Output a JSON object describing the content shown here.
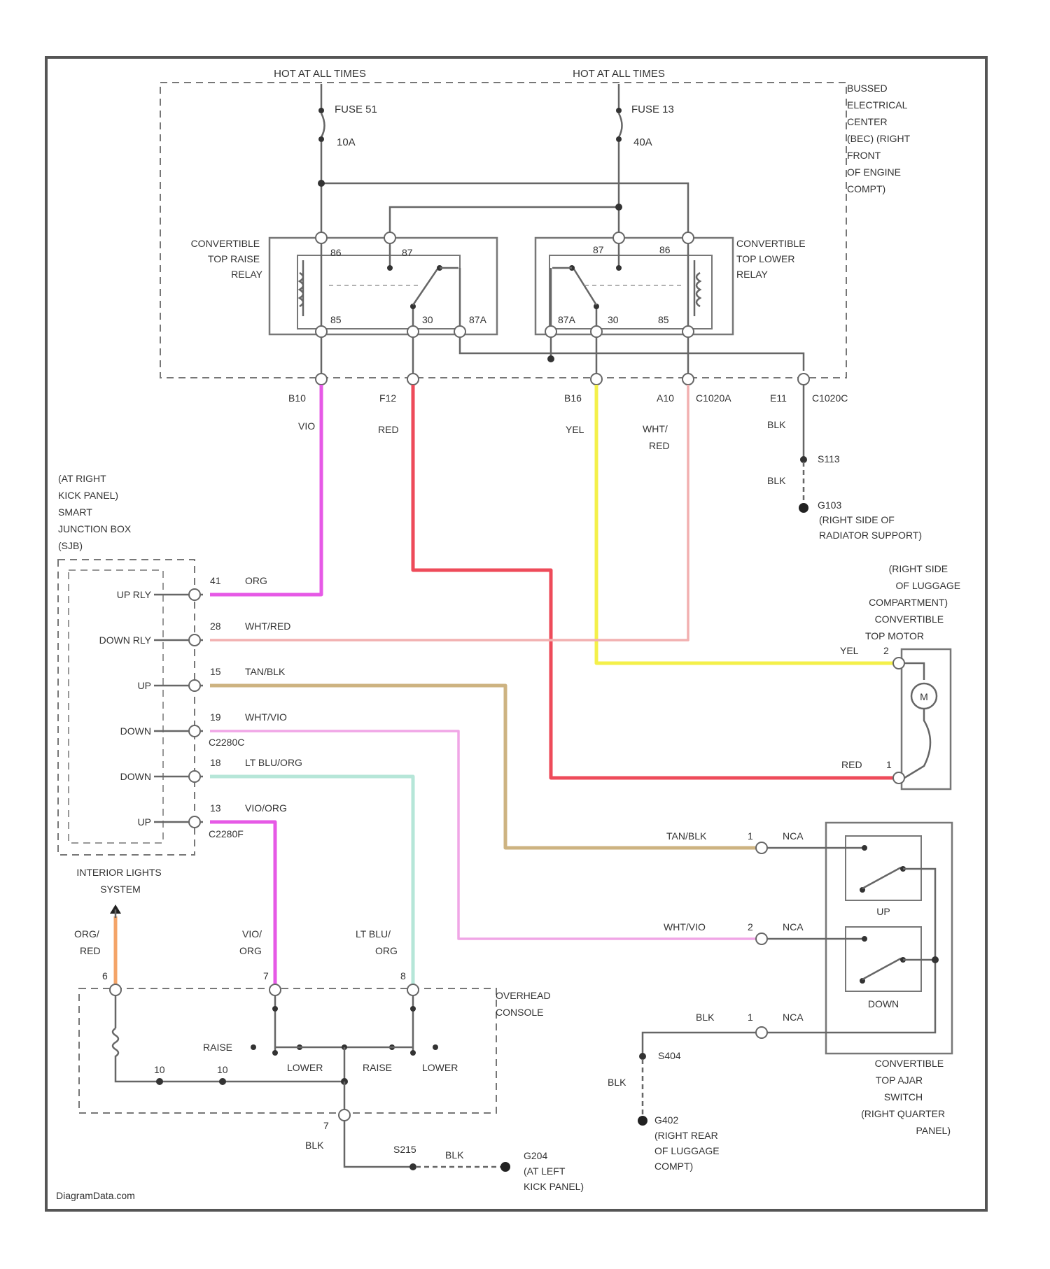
{
  "credit": "DiagramData.com",
  "bec": {
    "label_lines": [
      "BUSSED",
      "ELECTRICAL",
      "CENTER",
      "(BEC) (RIGHT",
      "FRONT",
      "OF ENGINE",
      "COMPT)"
    ],
    "hot_left": "HOT AT ALL TIMES",
    "hot_right": "HOT AT ALL TIMES",
    "fuse_left": "FUSE 51",
    "fuse_left_amps": "10A",
    "fuse_right": "FUSE 13",
    "fuse_right_amps": "40A",
    "raise_relay_lines": [
      "CONVERTIBLE",
      "TOP RAISE",
      "RELAY"
    ],
    "lower_relay_lines": [
      "CONVERTIBLE",
      "TOP LOWER",
      "RELAY"
    ],
    "raise_pins": {
      "p86": "86",
      "p87": "87",
      "p85": "85",
      "p30": "30",
      "p87a": "87A"
    },
    "lower_pins": {
      "p87": "87",
      "p86": "86",
      "p87a": "87A",
      "p30": "30",
      "p85": "85"
    },
    "cavities": {
      "c1": "B10",
      "c2": "F12",
      "c3": "B16",
      "c4": "A10",
      "c4_conn": "C1020A",
      "c5": "E11",
      "c5_conn": "C1020C"
    }
  },
  "wires": {
    "vio": "VIO",
    "red": "RED",
    "yel": "YEL",
    "wht_red_1": "WHT/",
    "wht_red_2": "RED",
    "blk1": "BLK",
    "blk2": "BLK",
    "splice1": "S113",
    "ground1": "G103",
    "ground1_loc_lines": [
      "(RIGHT SIDE OF",
      "RADIATOR SUPPORT)"
    ]
  },
  "sjb": {
    "label_lines": [
      "(AT RIGHT",
      "KICK PANEL)",
      "SMART",
      "JUNCTION BOX",
      "(SJB)"
    ],
    "rows": [
      {
        "label": "UP RLY",
        "pin": "41",
        "wire": "ORG"
      },
      {
        "label": "DOWN RLY",
        "pin": "28",
        "wire": "WHT/RED"
      },
      {
        "label": "UP",
        "pin": "15",
        "wire": "TAN/BLK"
      },
      {
        "label": "DOWN",
        "pin": "19",
        "wire": "WHT/VIO"
      },
      {
        "label": "DOWN",
        "pin": "18",
        "wire": "LT BLU/ORG"
      },
      {
        "label": "UP",
        "pin": "13",
        "wire": "VIO/ORG"
      }
    ],
    "conn_a": "C2280C",
    "conn_b": "C2280F"
  },
  "motor": {
    "label_lines": [
      "(RIGHT SIDE",
      "OF LUGGAGE",
      "COMPARTMENT)",
      "CONVERTIBLE",
      "TOP MOTOR"
    ],
    "wire2": "YEL",
    "pin2": "2",
    "wire1": "RED",
    "pin1": "1",
    "symbol": "M"
  },
  "ajar_switch": {
    "label_lines": [
      "CONVERTIBLE",
      "TOP AJAR",
      "SWITCH",
      "(RIGHT QUARTER",
      "PANEL)"
    ],
    "up_label": "UP",
    "down_label": "DOWN",
    "rows": [
      {
        "wire": "TAN/BLK",
        "pin": "1",
        "conn": "NCA"
      },
      {
        "wire": "WHT/VIO",
        "pin": "2",
        "conn": "NCA"
      },
      {
        "wire": "BLK",
        "pin": "1",
        "conn": "NCA"
      }
    ],
    "splice": "S404",
    "ground_wire": "BLK",
    "ground": "G402",
    "ground_loc_lines": [
      "(RIGHT REAR",
      "OF LUGGAGE",
      "COMPT)"
    ]
  },
  "console": {
    "label_lines": [
      "OVERHEAD",
      "CONSOLE"
    ],
    "interior_lines": [
      "INTERIOR LIGHTS",
      "SYSTEM"
    ],
    "wire_a_lines": [
      "ORG/",
      "RED"
    ],
    "pin_a": "6",
    "wire_b_lines": [
      "VIO/",
      "ORG"
    ],
    "pin_b": "7",
    "wire_c_lines": [
      "LT BLU/",
      "ORG"
    ],
    "pin_c": "8",
    "raise1": "RAISE",
    "lower1": "LOWER",
    "raise2": "RAISE",
    "lower2": "LOWER",
    "res1": "10",
    "res2": "10",
    "ground_pin": "7",
    "ground_wire": "BLK",
    "splice": "S215",
    "blk": "BLK",
    "ground": "G204",
    "ground_loc_lines": [
      "(AT LEFT",
      "KICK PANEL)"
    ]
  }
}
